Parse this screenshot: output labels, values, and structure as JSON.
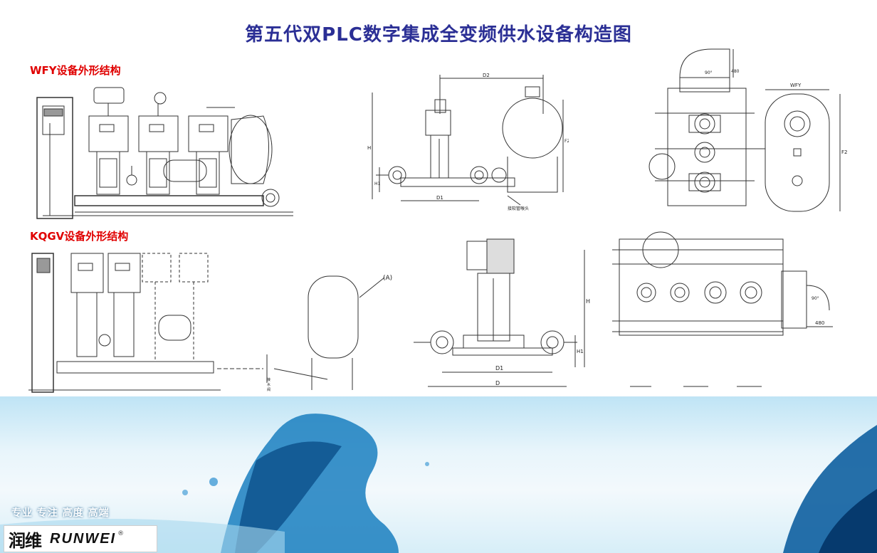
{
  "title": "第五代双PLC数字集成全变频供水设备构造图",
  "sections": {
    "wfy_label": "WFY设备外形结构",
    "kqgv_label": "KQGV设备外形结构"
  },
  "dimensions": {
    "p2_d2": "D2",
    "p2_d1": "D1",
    "p2_h": "H",
    "p2_h1": "H1",
    "p2_f2": "F2",
    "p2_note": "接软管喉头",
    "p3_wfy": "WFY",
    "p3_f2": "F2",
    "p3_480": "480",
    "p3_angle": "90°",
    "p4_a": "(A)",
    "p4_note1": "接",
    "p4_note2": "水",
    "p4_note3": "阀",
    "p5_d1": "D1",
    "p5_d": "D",
    "p5_h": "H",
    "p5_h1": "H1",
    "p6_480": "480",
    "p6_angle": "90°"
  },
  "footer": {
    "slogan": "专业  专注  高度  高端",
    "logo_cn": "润维",
    "logo_en": "RUNWEI",
    "logo_reg": "®"
  },
  "colors": {
    "title": "#2b2f95",
    "section_label": "#e00000",
    "water": "#1a7fc0"
  }
}
